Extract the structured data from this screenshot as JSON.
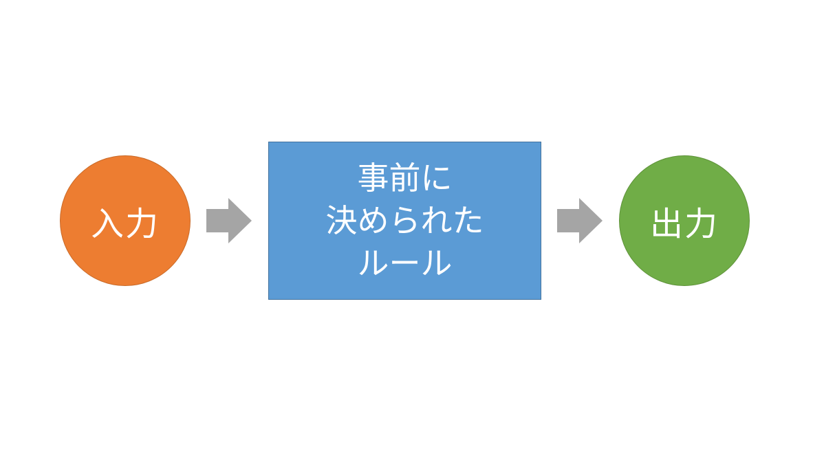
{
  "diagram": {
    "input_label": "入力",
    "rule_lines": [
      "事前に",
      "決められた",
      "ルール"
    ],
    "output_label": "出力"
  },
  "colors": {
    "input": "#ED7D31",
    "rule": "#5B9BD5",
    "output": "#70AD47",
    "arrow": "#A5A5A5",
    "text": "#FFFFFF"
  },
  "icons": {
    "arrow_1": "right-arrow-icon",
    "arrow_2": "right-arrow-icon"
  }
}
